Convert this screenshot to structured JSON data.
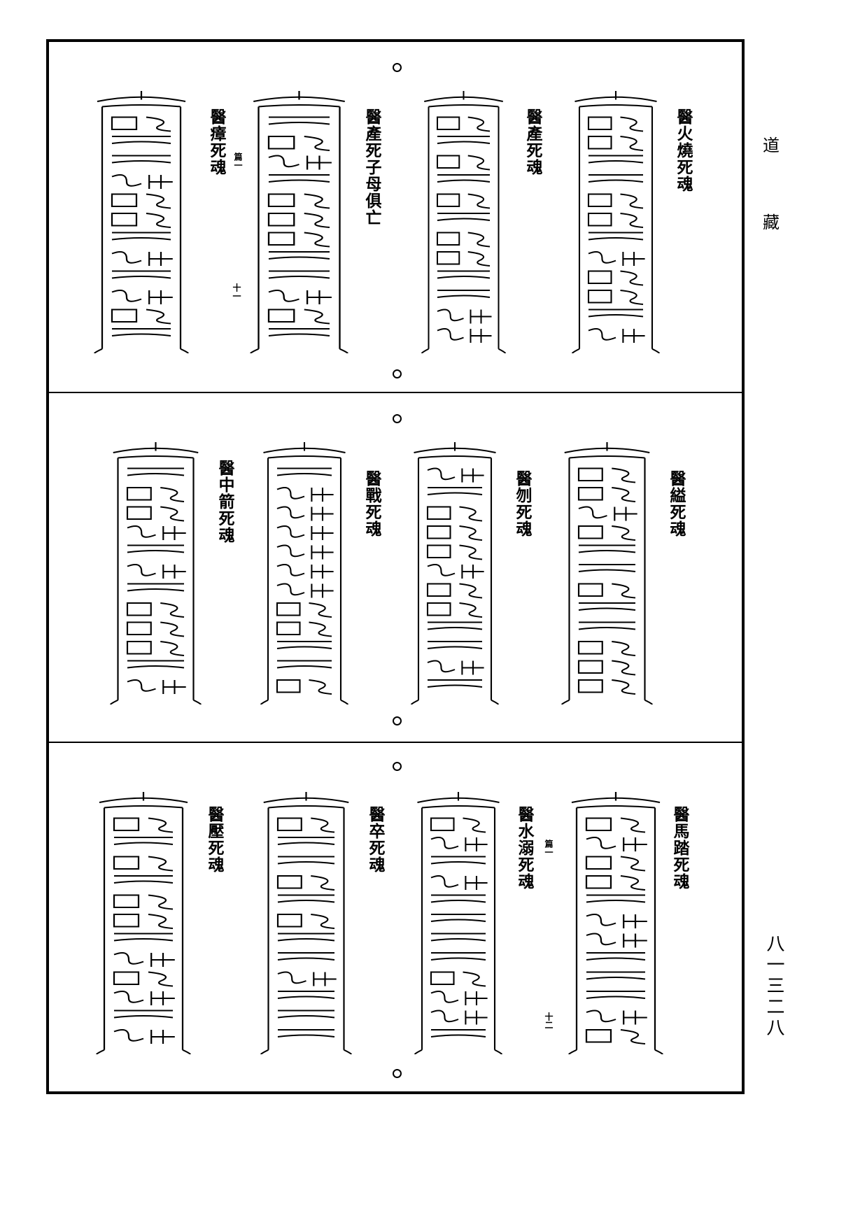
{
  "margin": {
    "title_top": "道",
    "title_bottom": "藏",
    "page_number": "八一三二八"
  },
  "panels": [
    {
      "labels": [
        "醫火燒死魂",
        "醫產死魂",
        "醫產死子母俱亡",
        "醫瘴死魂"
      ],
      "notes": [
        "篇一",
        "十一"
      ]
    },
    {
      "labels": [
        "醫縊死魂",
        "醫刎死魂",
        "醫戰死魂",
        "醫中箭死魂"
      ],
      "notes": []
    },
    {
      "labels": [
        "醫馬踏死魂",
        "醫水溺死魂",
        "醫卒死魂",
        "醫壓死魂"
      ],
      "notes": [
        "篇一",
        "十二"
      ]
    }
  ]
}
